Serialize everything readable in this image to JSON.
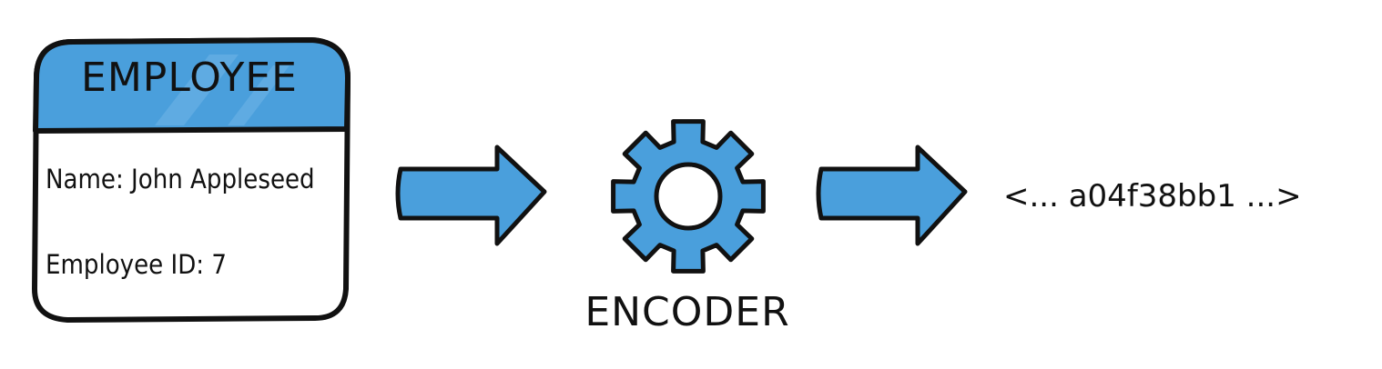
{
  "card": {
    "title": "EMPLOYEE",
    "name_line": "Name: John Appleseed",
    "id_line": "Employee ID: 7"
  },
  "encoder": {
    "label": "ENCODER",
    "icon": "gear-icon"
  },
  "output": {
    "text": "<... a04f38bb1 ...>"
  },
  "colors": {
    "accent": "#4a9fdc",
    "outline": "#111111",
    "background": "#ffffff"
  }
}
